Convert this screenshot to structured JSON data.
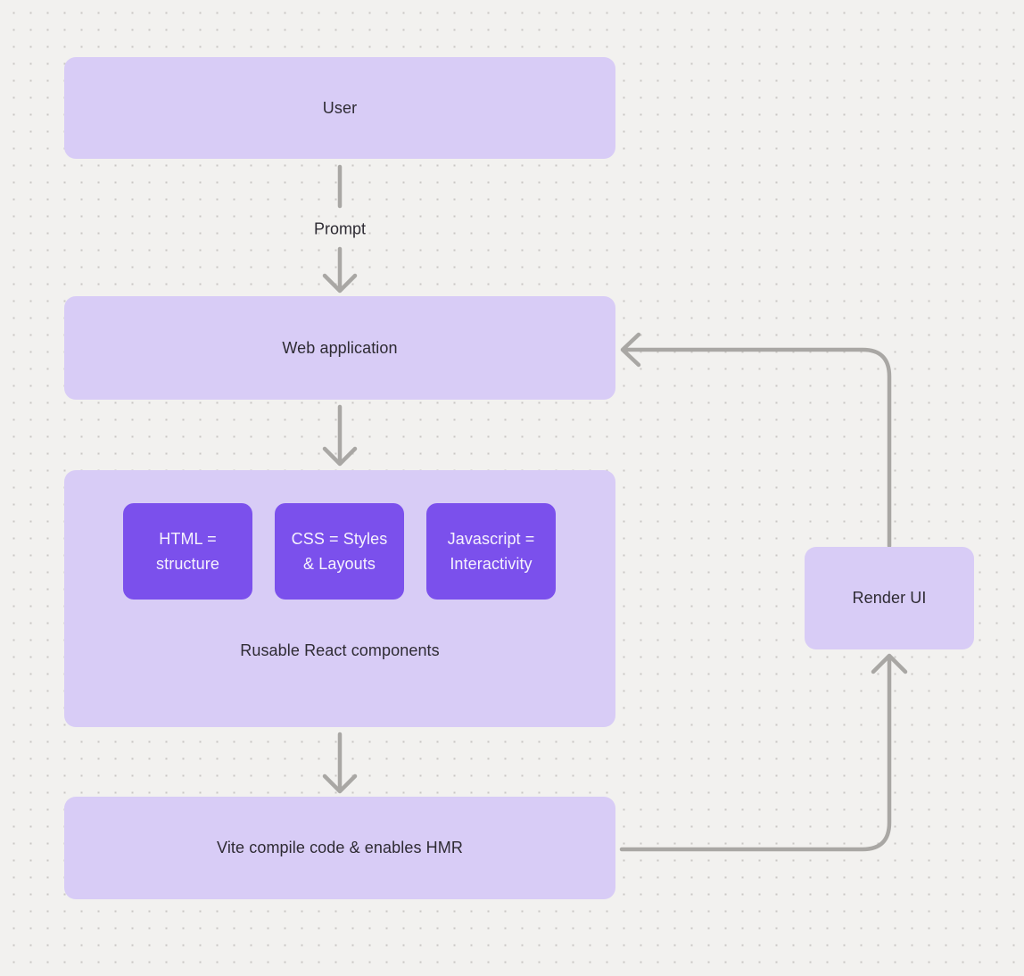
{
  "colors": {
    "background": "#f2f1ef",
    "dot": "#c9c7c4",
    "box_light": "#d8ccf6",
    "box_dark": "#7b50ec",
    "connector": "#a9a7a4",
    "text_dark": "#2e2b33",
    "text_light": "#f6f2fd"
  },
  "diagram": {
    "nodes": {
      "user": {
        "label": "User"
      },
      "web_app": {
        "label": "Web application"
      },
      "components_group": {
        "children": [
          {
            "label": "HTML = structure"
          },
          {
            "label": "CSS = Styles & Layouts"
          },
          {
            "label": "Javascript = Interactivity"
          }
        ],
        "caption": "Rusable React components"
      },
      "vite": {
        "label": "Vite compile code & enables HMR"
      },
      "render_ui": {
        "label": "Render UI"
      }
    },
    "edges": [
      {
        "from": "user",
        "to": "web_app",
        "label": "Prompt"
      },
      {
        "from": "web_app",
        "to": "components_group",
        "label": ""
      },
      {
        "from": "components_group",
        "to": "vite",
        "label": ""
      },
      {
        "from": "vite",
        "to": "render_ui",
        "label": ""
      },
      {
        "from": "render_ui",
        "to": "web_app",
        "label": ""
      }
    ]
  }
}
